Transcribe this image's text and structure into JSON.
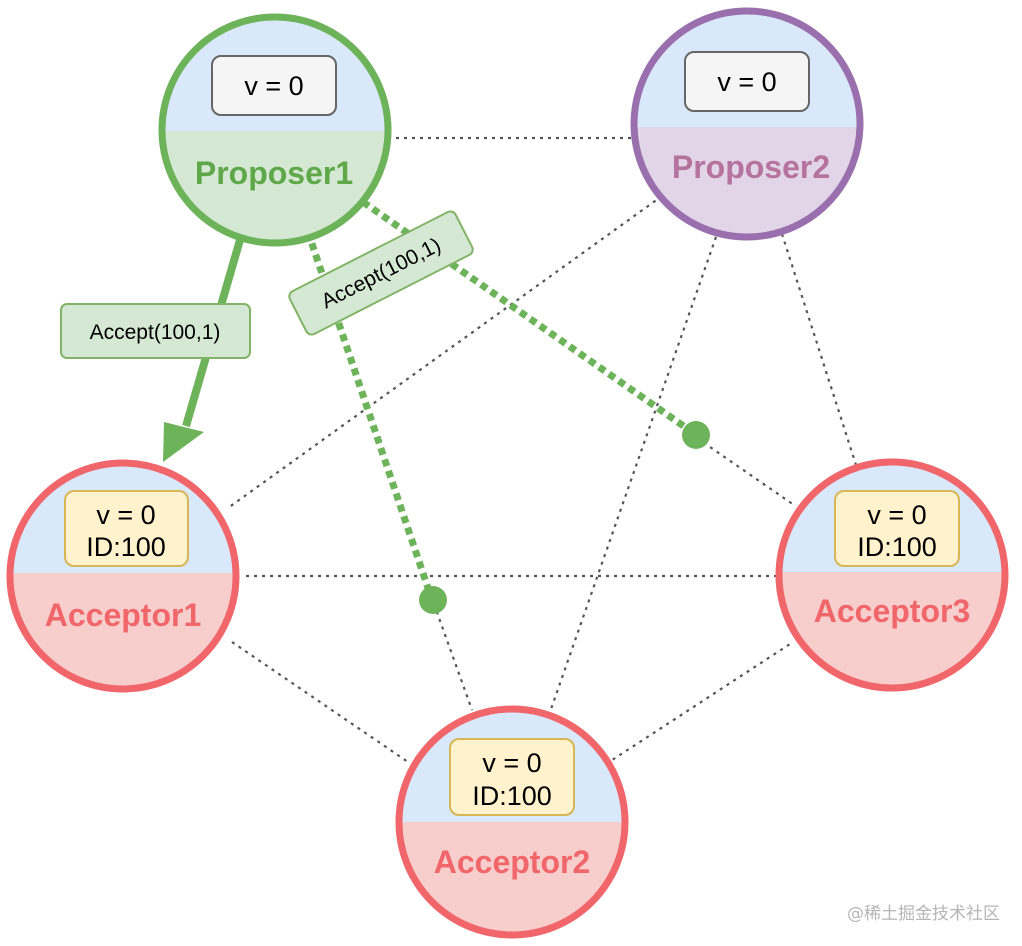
{
  "colors": {
    "green_stroke": "#6db35a",
    "green_fill": "#d5e8d4",
    "green_text": "#5fa84a",
    "purple_stroke": "#9a6fae",
    "purple_fill": "#e1d5e7",
    "purple_text": "#b5739d",
    "red_stroke": "#f1666a",
    "red_fill": "#f8cecc",
    "red_text": "#f0666a",
    "blue_fill": "#dae8fc",
    "value_box_fill": "#f5f5f5",
    "value_box_stroke": "#666666",
    "acceptor_box_fill": "#fff2cc",
    "acceptor_box_stroke": "#d6b656",
    "msg_fill": "#d5e8d4",
    "msg_stroke": "#82b366",
    "edge": "#555555"
  },
  "nodes": {
    "proposer1": {
      "name": "Proposer1",
      "value": "v = 0"
    },
    "proposer2": {
      "name": "Proposer2",
      "value": "v = 0"
    },
    "acceptor1": {
      "name": "Acceptor1",
      "value": "v = 0",
      "id": "ID:100"
    },
    "acceptor2": {
      "name": "Acceptor2",
      "value": "v = 0",
      "id": "ID:100"
    },
    "acceptor3": {
      "name": "Acceptor3",
      "value": "v = 0",
      "id": "ID:100"
    }
  },
  "messages": {
    "to_acceptor1": "Accept(100,1)",
    "to_acceptor2": "Accept(100,1)"
  },
  "watermark": "@稀土掘金技术社区"
}
